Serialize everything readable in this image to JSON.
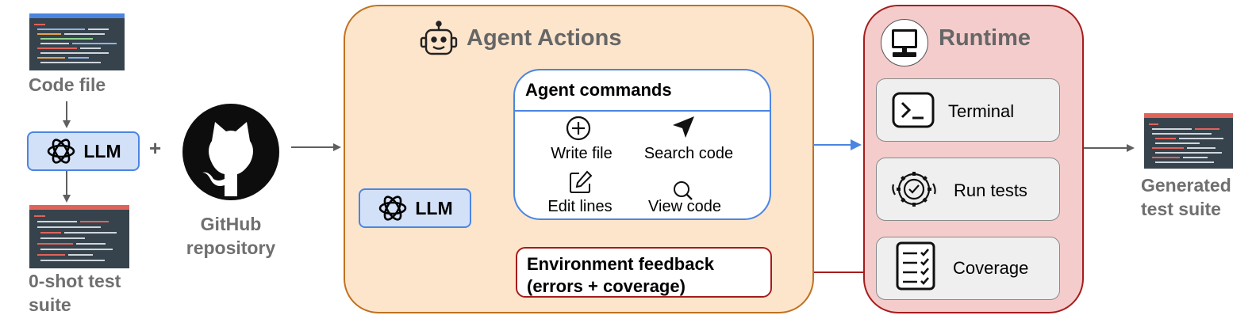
{
  "inputs": {
    "code_file_label": "Code file",
    "zero_shot_label_line1": "0-shot test",
    "zero_shot_label_line2": "suite",
    "plus_sign": "+",
    "github_label_line1": "GitHub",
    "github_label_line2": "repository"
  },
  "llm_label": "LLM",
  "agent_actions": {
    "title": "Agent Actions",
    "commands_title": "Agent commands",
    "commands": [
      {
        "label": "Write file",
        "icon": "plus-circle-icon"
      },
      {
        "label": "Search code",
        "icon": "navigation-arrow-icon"
      },
      {
        "label": "Edit lines",
        "icon": "edit-pencil-icon"
      },
      {
        "label": "View code",
        "icon": "magnifier-icon"
      }
    ],
    "feedback_line1": "Environment feedback",
    "feedback_line2": "(errors + coverage)"
  },
  "runtime": {
    "title": "Runtime",
    "items": [
      {
        "label": "Terminal",
        "icon": "terminal-icon"
      },
      {
        "label": "Run tests",
        "icon": "gear-check-icon"
      },
      {
        "label": "Coverage",
        "icon": "checklist-icon"
      }
    ]
  },
  "output": {
    "label_line1": "Generated",
    "label_line2": "test suite"
  },
  "colors": {
    "agent_panel_fill": "#fde5cc",
    "agent_panel_border": "#c0711f",
    "runtime_panel_fill": "#f4cccc",
    "runtime_panel_border": "#a61c1c",
    "llm_fill": "#d3e1f8",
    "accent_blue": "#4b85e2",
    "feedback_red": "#a61c1c",
    "code_bg": "#37434c"
  }
}
